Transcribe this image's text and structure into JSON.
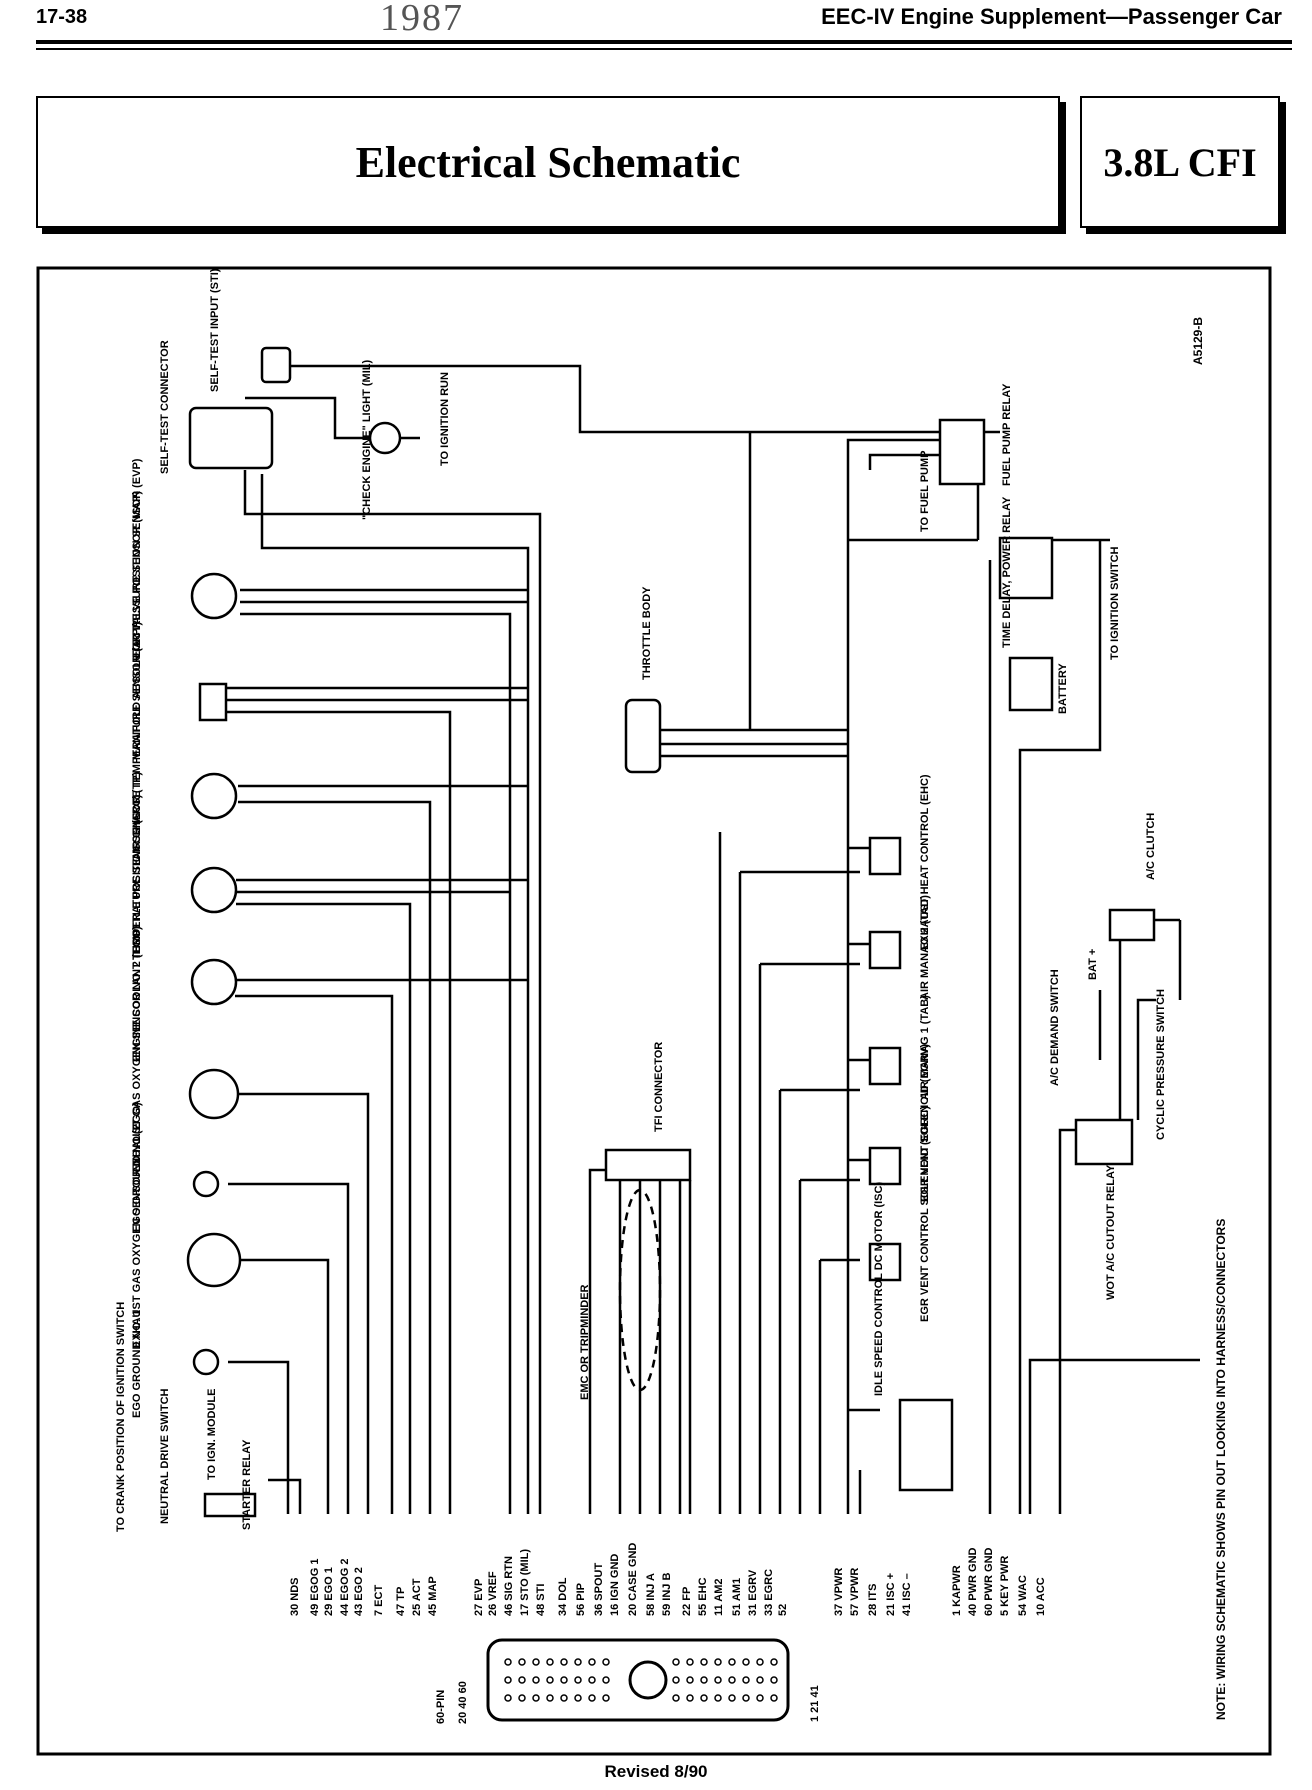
{
  "header": {
    "page_number": "17-38",
    "year": "1987",
    "title": "EEC-IV Engine Supplement—Passenger Car"
  },
  "title": "Electrical Schematic",
  "engine": "3.8L CFI",
  "footer": "Revised 8/90",
  "figure_id": "A5129-B",
  "note": "NOTE: WIRING SCHEMATIC SHOWS PIN OUT LOOKING INTO HARNESS/CONNECTORS",
  "components": {
    "self_test_connector": "SELF-TEST CONNECTOR",
    "self_test_input": "SELF-TEST INPUT (STI)",
    "check_engine": "\"CHECK ENGINE\" LIGHT (MIL)",
    "to_ignition_run": "TO IGNITION RUN",
    "fuel_pump_relay": "FUEL PUMP RELAY",
    "to_fuel_pump": "TO FUEL PUMP",
    "time_delay_relay": "TIME DELAY, POWER RELAY",
    "to_ignition_switch": "TO IGNITION SWITCH",
    "battery": "BATTERY",
    "egr_valve": "EGR VALVE POSITION SENSOR (EVP)",
    "map_sensor": "MANIFOLD ABSOLUTE PRESSURE SENSOR (MAP)",
    "act_sensor": "AIR CHARGE TEMPERATURE SENSOR (ACT)",
    "tp_sensor": "THROTTLE POSITION SENSOR (TP)",
    "ect_sensor": "ENGINE COOLANT TEMPERATURE SENSOR (ECT)",
    "ego2": "EXHAUST GAS OXYGEN SENSOR NO. 2 (EGO)",
    "ego_ground2": "EGO GROUND NO. 2",
    "ego1": "EXHAUST GAS OXYGEN SENSOR NO. 1 (EGO)",
    "ego_ground1": "EGO GROUND NO. 1",
    "to_crank": "TO CRANK POSITION OF IGNITION SWITCH",
    "neutral_drive": "NEUTRAL DRIVE SWITCH",
    "to_ign_module": "TO IGN. MODULE",
    "starter_relay": "STARTER RELAY",
    "throttle_body": "THROTTLE BODY",
    "exhaust_heat": "EXHAUST HEAT CONTROL (EHC)",
    "air_manag2": "AIR MANAG 2 (TAD)",
    "air_manag1": "AIR MANAG 1 (TAB)",
    "egr_vent_sol": "EGR VENT SOLENOID (EGRV)",
    "egr_vent_ctrl": "EGR VENT CONTROL SOLENOID (EGRC)",
    "isc_motor": "IDLE SPEED CONTROL DC MOTOR (ISC)",
    "tfi_connector": "TFI CONNECTOR",
    "emc_tripminder": "EMC OR TRIPMINDER",
    "ac_clutch": "A/C CLUTCH",
    "bat_plus": "BAT +",
    "ac_demand": "A/C DEMAND SWITCH",
    "cyclic_pressure": "CYCLIC PRESSURE SWITCH",
    "wot_relay": "WOT A/C CUTOUT RELAY",
    "pin60": "60-PIN",
    "pin_nums_left": "20 40 60",
    "pin_nums_right": "1 21 41"
  },
  "pins": [
    {
      "num": "30",
      "name": "NDS"
    },
    {
      "num": "49",
      "name": "EGOG 1"
    },
    {
      "num": "29",
      "name": "EGO 1"
    },
    {
      "num": "44",
      "name": "EGOG 2"
    },
    {
      "num": "43",
      "name": "EGO 2"
    },
    {
      "num": "7",
      "name": "ECT"
    },
    {
      "num": "47",
      "name": "TP"
    },
    {
      "num": "25",
      "name": "ACT"
    },
    {
      "num": "45",
      "name": "MAP"
    },
    {
      "num": "27",
      "name": "EVP"
    },
    {
      "num": "26",
      "name": "VREF"
    },
    {
      "num": "46",
      "name": "SIG RTN"
    },
    {
      "num": "17",
      "name": "STO (MIL)"
    },
    {
      "num": "48",
      "name": "STI"
    },
    {
      "num": "34",
      "name": "DOL"
    },
    {
      "num": "56",
      "name": "PIP"
    },
    {
      "num": "36",
      "name": "SPOUT"
    },
    {
      "num": "16",
      "name": "IGN GND"
    },
    {
      "num": "20",
      "name": "CASE GND"
    },
    {
      "num": "58",
      "name": "INJ A"
    },
    {
      "num": "59",
      "name": "INJ B"
    },
    {
      "num": "22",
      "name": "FP"
    },
    {
      "num": "55",
      "name": "EHC"
    },
    {
      "num": "11",
      "name": "AM2"
    },
    {
      "num": "51",
      "name": "AM1"
    },
    {
      "num": "31",
      "name": "EGRV"
    },
    {
      "num": "33",
      "name": "EGRC"
    },
    {
      "num": "52",
      "name": ""
    },
    {
      "num": "37",
      "name": "VPWR"
    },
    {
      "num": "57",
      "name": "VPWR"
    },
    {
      "num": "28",
      "name": "ITS"
    },
    {
      "num": "21",
      "name": "ISC +"
    },
    {
      "num": "41",
      "name": "ISC –"
    },
    {
      "num": "1",
      "name": "KAPWR"
    },
    {
      "num": "40",
      "name": "PWR GND"
    },
    {
      "num": "60",
      "name": "PWR GND"
    },
    {
      "num": "5",
      "name": "KEY PWR"
    },
    {
      "num": "54",
      "name": "WAC"
    },
    {
      "num": "10",
      "name": "ACC"
    }
  ]
}
